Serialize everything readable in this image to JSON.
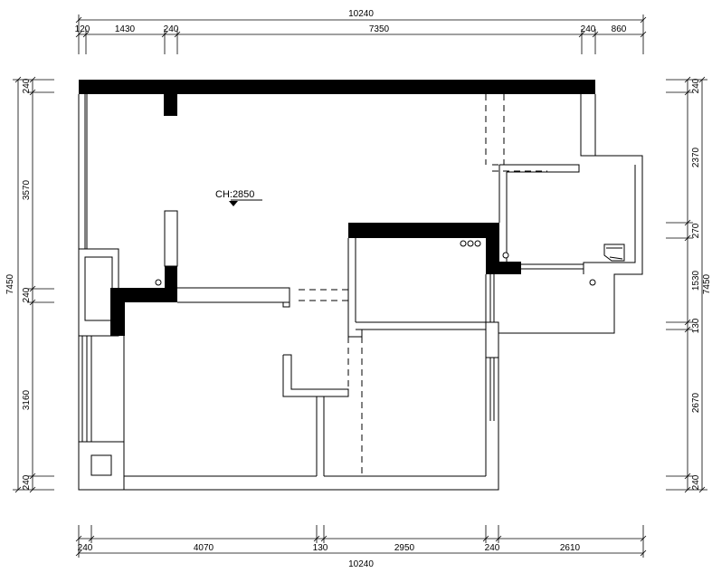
{
  "top_dims": {
    "total": "10240",
    "segments": [
      "120",
      "1430",
      "240",
      "7350",
      "240",
      "860"
    ]
  },
  "bottom_dims": {
    "total": "10240",
    "segments": [
      "240",
      "4070",
      "130",
      "2950",
      "240",
      "2610"
    ]
  },
  "left_dims": {
    "total": "7450",
    "segments": [
      "240",
      "3570",
      "240",
      "3160",
      "240"
    ]
  },
  "right_dims": {
    "total": "7450",
    "segments": [
      "240",
      "2370",
      "270",
      "1530",
      "130",
      "2670",
      "240"
    ]
  },
  "annotation": {
    "ceiling_height": "CH:2850"
  },
  "colors": {
    "line": "#000000",
    "background": "#ffffff"
  }
}
